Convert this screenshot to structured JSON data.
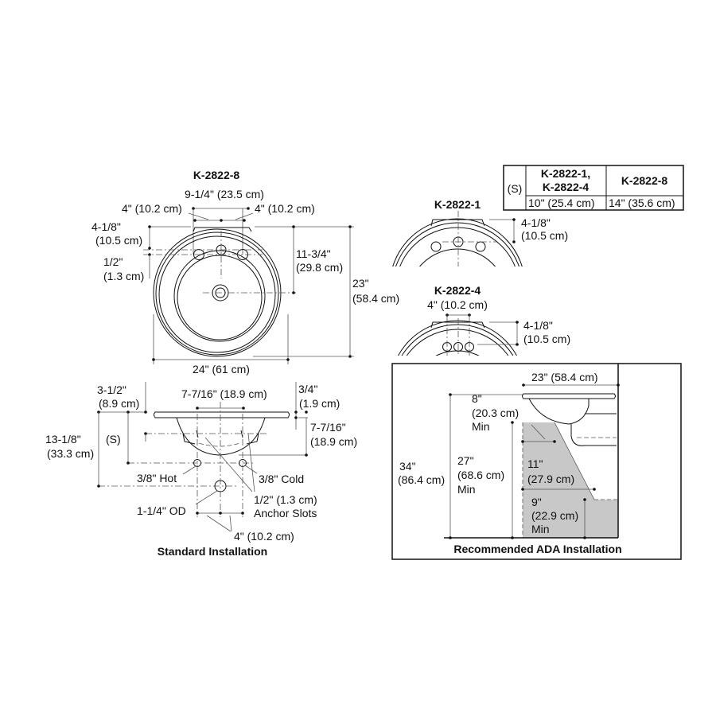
{
  "top_view": {
    "title": "K-2822-8",
    "overall_spread": "9-1/4\" (23.5 cm)",
    "left_spacing": "4\" (10.2 cm)",
    "right_spacing": "4\" (10.2 cm)",
    "ledge_depth_in": "4-1/8\"",
    "ledge_depth_cm": "(10.5 cm)",
    "hole_offset_in": "1/2\"",
    "hole_offset_cm": "(1.3 cm)",
    "drain_depth_in": "11-3/4\"",
    "drain_depth_cm": "(29.8 cm)",
    "depth_in": "23\"",
    "depth_cm": "(58.4 cm)",
    "width": "24\" (61 cm)"
  },
  "table": {
    "row_label": "(S)",
    "headers": [
      "K-2822-1,",
      "K-2822-4",
      "K-2822-8"
    ],
    "values": [
      "10\" (25.4 cm)",
      "14\" (35.6 cm)"
    ]
  },
  "k2822_1": {
    "title": "K-2822-1",
    "dim_in": "4-1/8\"",
    "dim_cm": "(10.5 cm)"
  },
  "k2822_4": {
    "title": "K-2822-4",
    "spacing": "4\" (10.2 cm)",
    "dim_in": "4-1/8\"",
    "dim_cm": "(10.5 cm)"
  },
  "standard": {
    "title": "Standard Installation",
    "d1_in": "3-1/2\"",
    "d1_cm": "(8.9 cm)",
    "spread": "7-7/16\" (18.9 cm)",
    "rim_in": "3/4\"",
    "rim_cm": "(1.9 cm)",
    "bowl_in": "7-7/16\"",
    "bowl_cm": "(18.9 cm)",
    "total_in": "13-1/8\"",
    "total_cm": "(33.3 cm)",
    "s": "(S)",
    "hot": "3/8\" Hot",
    "cold": "3/8\" Cold",
    "slots_1": "1/2\" (1.3 cm)",
    "slots_2": "Anchor Slots",
    "od": "1-1/4\" OD",
    "spacing": "4\" (10.2 cm)"
  },
  "ada": {
    "title": "Recommended ADA Installation",
    "depth": "23\" (58.4 cm)",
    "knee": [
      "8\"",
      "(20.3 cm)",
      "Min"
    ],
    "height": [
      "34\"",
      "(86.4 cm)"
    ],
    "clearance": [
      "27\"",
      "(68.6 cm)",
      "Min"
    ],
    "toe": [
      "11\"",
      "(27.9 cm)"
    ],
    "toe_height": [
      "9\"",
      "(22.9 cm)",
      "Min"
    ],
    "fill_color": "#c8c8c8"
  }
}
